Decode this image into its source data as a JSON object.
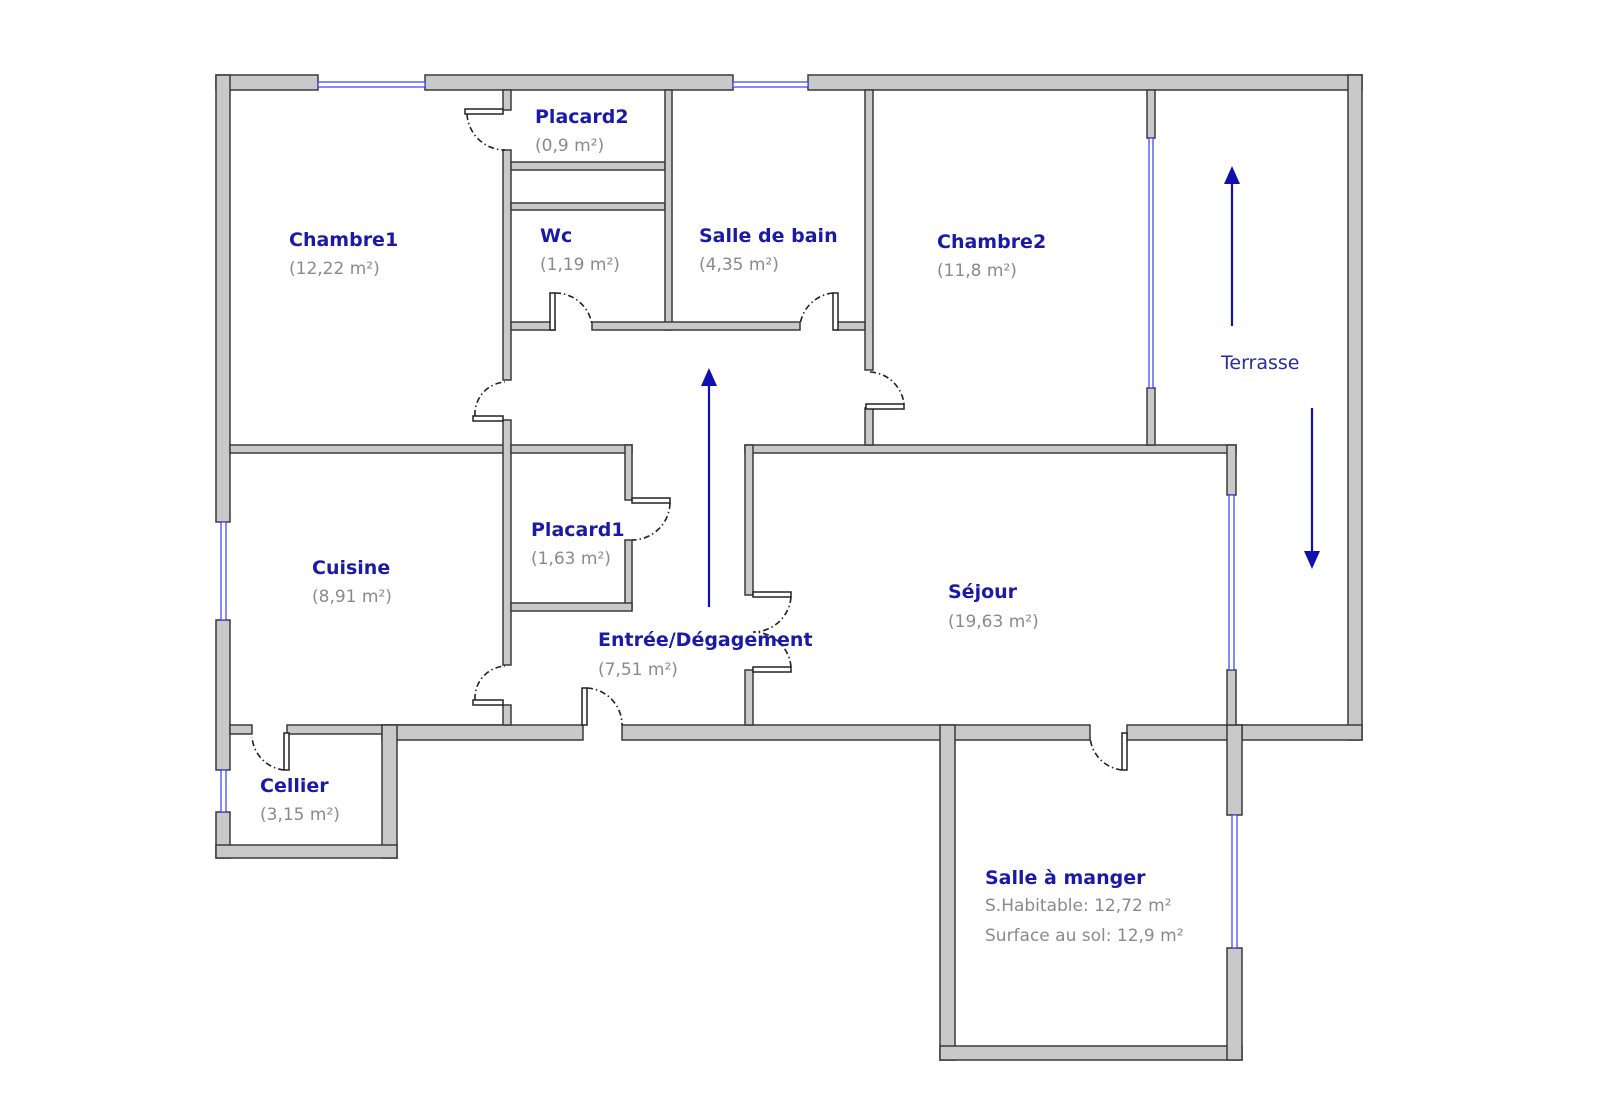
{
  "rooms": {
    "chambre1": {
      "name": "Chambre1",
      "area": "(12,22 m²)"
    },
    "placard2": {
      "name": "Placard2",
      "area": "(0,9 m²)"
    },
    "wc": {
      "name": "Wc",
      "area": "(1,19 m²)"
    },
    "salle_de_bain": {
      "name": "Salle de bain",
      "area": "(4,35 m²)"
    },
    "chambre2": {
      "name": "Chambre2",
      "area": "(11,8 m²)"
    },
    "terrasse": {
      "name": "Terrasse"
    },
    "cuisine": {
      "name": "Cuisine",
      "area": "(8,91 m²)"
    },
    "placard1": {
      "name": "Placard1",
      "area": "(1,63 m²)"
    },
    "entree": {
      "name": "Entrée/Dégagement",
      "area": "(7,51 m²)"
    },
    "sejour": {
      "name": "Séjour",
      "area": "(19,63 m²)"
    },
    "cellier": {
      "name": "Cellier",
      "area": "(3,15 m²)"
    },
    "salle_a_manger": {
      "name": "Salle à manger",
      "habitable": "S.Habitable: 12,72 m²",
      "sol": "Surface au sol: 12,9 m²"
    }
  },
  "colors": {
    "wall": "#c9c9c9",
    "label": "#1a1aa8",
    "area": "#8a8a8a",
    "window": "#3a3aff"
  }
}
